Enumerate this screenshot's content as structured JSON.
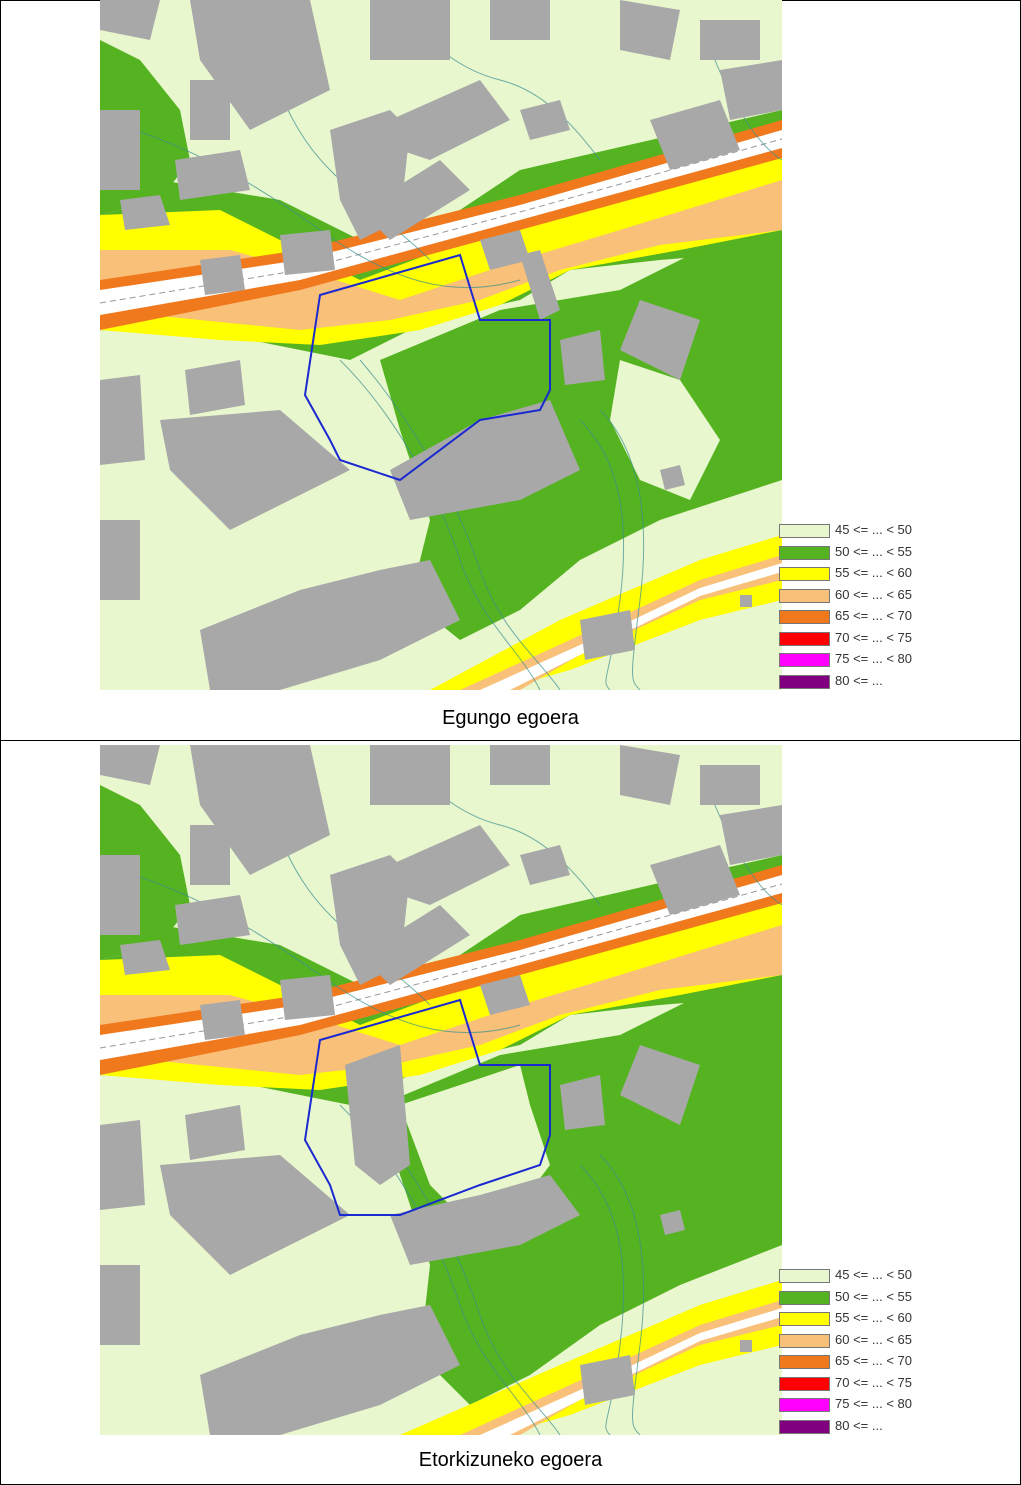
{
  "panels": [
    {
      "caption": "Egungo egoera"
    },
    {
      "caption": "Etorkizuneko egoera"
    }
  ],
  "legend": [
    {
      "label": "45 <= ... < 50",
      "color": "#e9f7cf"
    },
    {
      "label": "50 <= ... < 55",
      "color": "#55b321"
    },
    {
      "label": "55 <= ... < 60",
      "color": "#ffff00"
    },
    {
      "label": "60 <= ... < 65",
      "color": "#f8c078"
    },
    {
      "label": "65 <= ... < 70",
      "color": "#f0791e"
    },
    {
      "label": "70 <= ... < 75",
      "color": "#ff0000"
    },
    {
      "label": "75 <= ... < 80",
      "color": "#ff00ff"
    },
    {
      "label": "80 <= ...",
      "color": "#800080"
    }
  ],
  "colors": {
    "building": "#a8a8a8",
    "road": "#ffffff",
    "boundary": "#1a2ad0",
    "contour": "#3a8f8f"
  }
}
